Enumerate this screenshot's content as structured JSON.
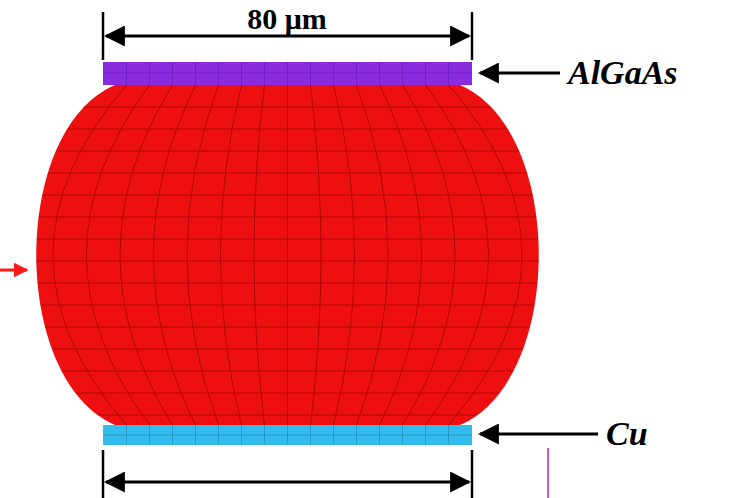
{
  "diagram": {
    "labels": [
      "80 μm",
      "AlGaAs",
      "Cu"
    ]
  }
}
